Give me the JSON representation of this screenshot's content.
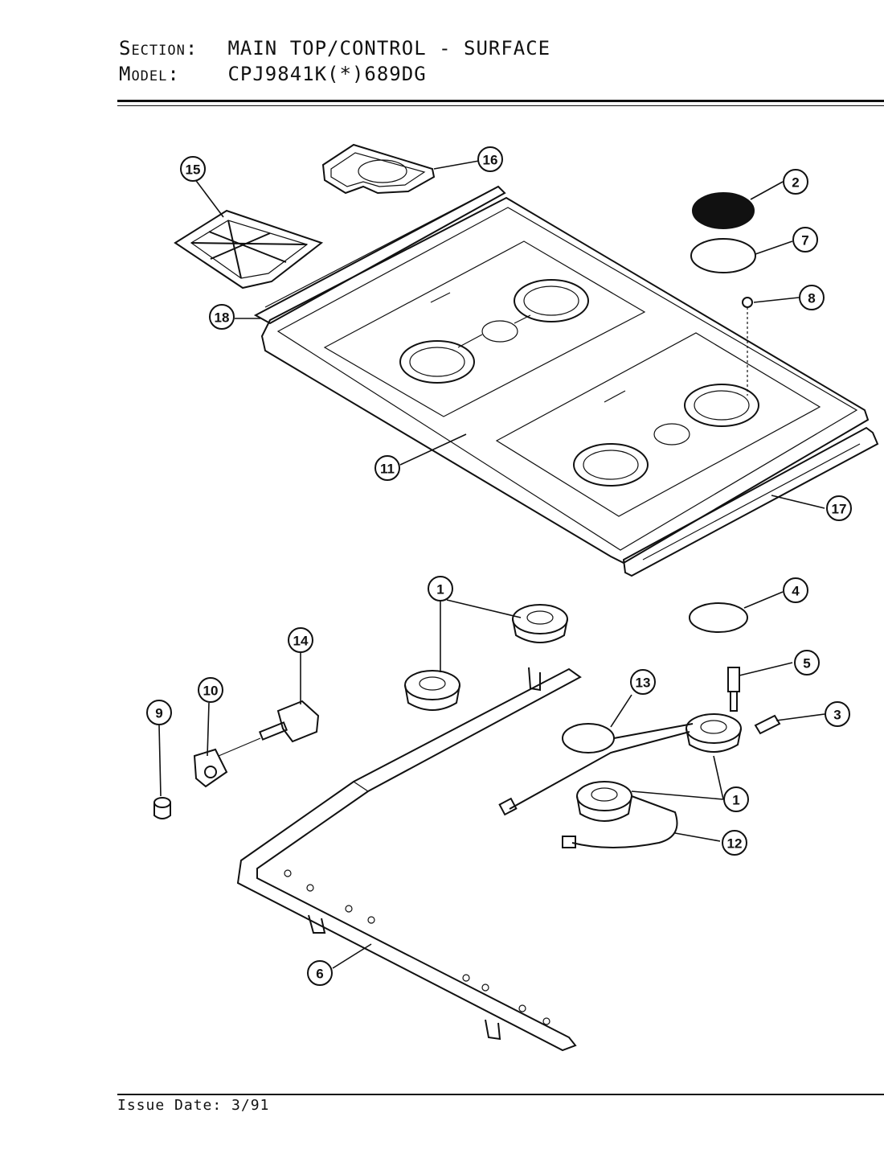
{
  "header": {
    "section_label": "Section:",
    "section_value": "MAIN TOP/CONTROL - SURFACE",
    "model_label": "Model:",
    "model_value": "CPJ9841K(*)689DG"
  },
  "footer": {
    "issue_date": "Issue Date: 3/91"
  },
  "callouts": {
    "c1a": "1",
    "c1b": "1",
    "c2": "2",
    "c3": "3",
    "c4": "4",
    "c5": "5",
    "c6": "6",
    "c7": "7",
    "c8": "8",
    "c9": "9",
    "c10": "10",
    "c11": "11",
    "c12": "12",
    "c13": "13",
    "c14": "14",
    "c15": "15",
    "c16": "16",
    "c17": "17",
    "c18": "18"
  }
}
